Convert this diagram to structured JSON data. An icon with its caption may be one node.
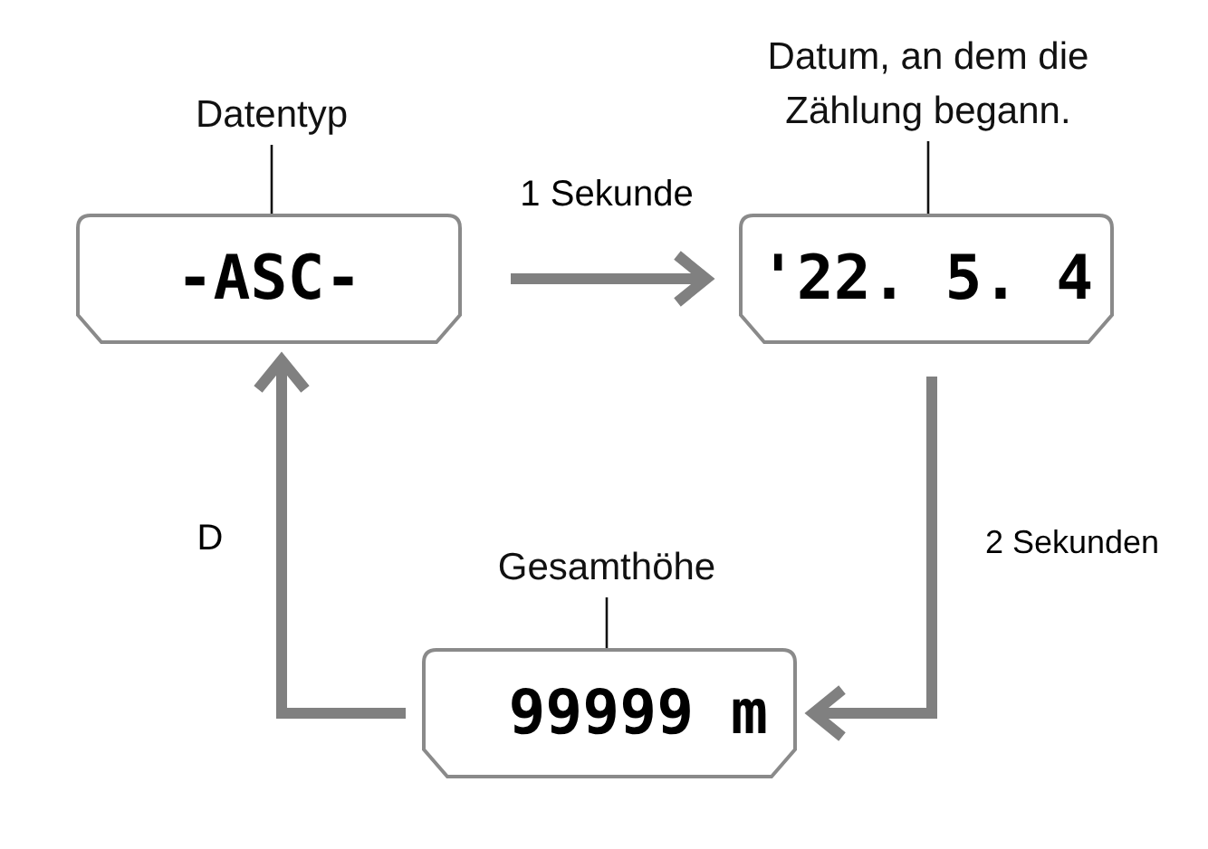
{
  "diagram": {
    "nodes": [
      {
        "text": [
          "Datentyp"
        ]
      },
      {
        "text": [
          "-ASC-"
        ]
      },
      {
        "text": [
          "Datum, an dem die Zählung begann."
        ]
      },
      {
        "text": [
          "'22. 5. 4"
        ]
      },
      {
        "text": [
          "Gesamthöhe"
        ]
      },
      {
        "text": [
          "99999 m"
        ]
      }
    ],
    "edges": [
      {
        "from": 0,
        "to": 1,
        "arrow": "none"
      },
      {
        "from": 2,
        "to": 3,
        "arrow": "none"
      },
      {
        "from": 4,
        "to": 5,
        "arrow": "none"
      },
      {
        "from": 1,
        "to": 3,
        "arrow": "to",
        "label": "1 Sekunde",
        "style": "thick",
        "color": "#808080"
      },
      {
        "from": 3,
        "to": 5,
        "arrow": "to",
        "label": "2 Sekunden",
        "style": "thick",
        "color": "#808080"
      },
      {
        "from": 5,
        "to": 1,
        "arrow": "to",
        "label": "D",
        "style": "thick",
        "color": "#808080"
      }
    ]
  }
}
